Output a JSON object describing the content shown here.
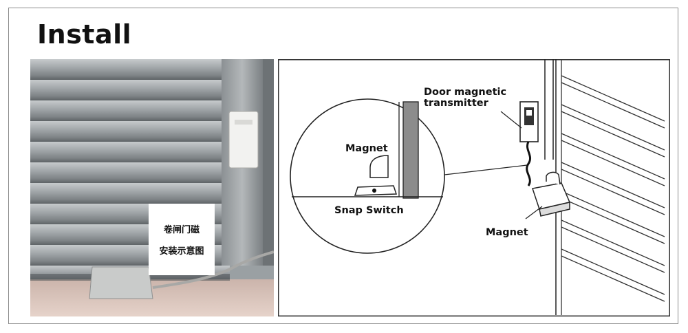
{
  "title": "Install",
  "photo": {
    "caption_line1": "卷闸门磁",
    "caption_line2": "安装示意图"
  },
  "diagram": {
    "label_transmitter_line1": "Door magnetic",
    "label_transmitter_line2": "transmitter",
    "label_magnet_zoom": "Magnet",
    "label_snap_switch": "Snap Switch",
    "label_magnet_floor": "Magnet"
  }
}
